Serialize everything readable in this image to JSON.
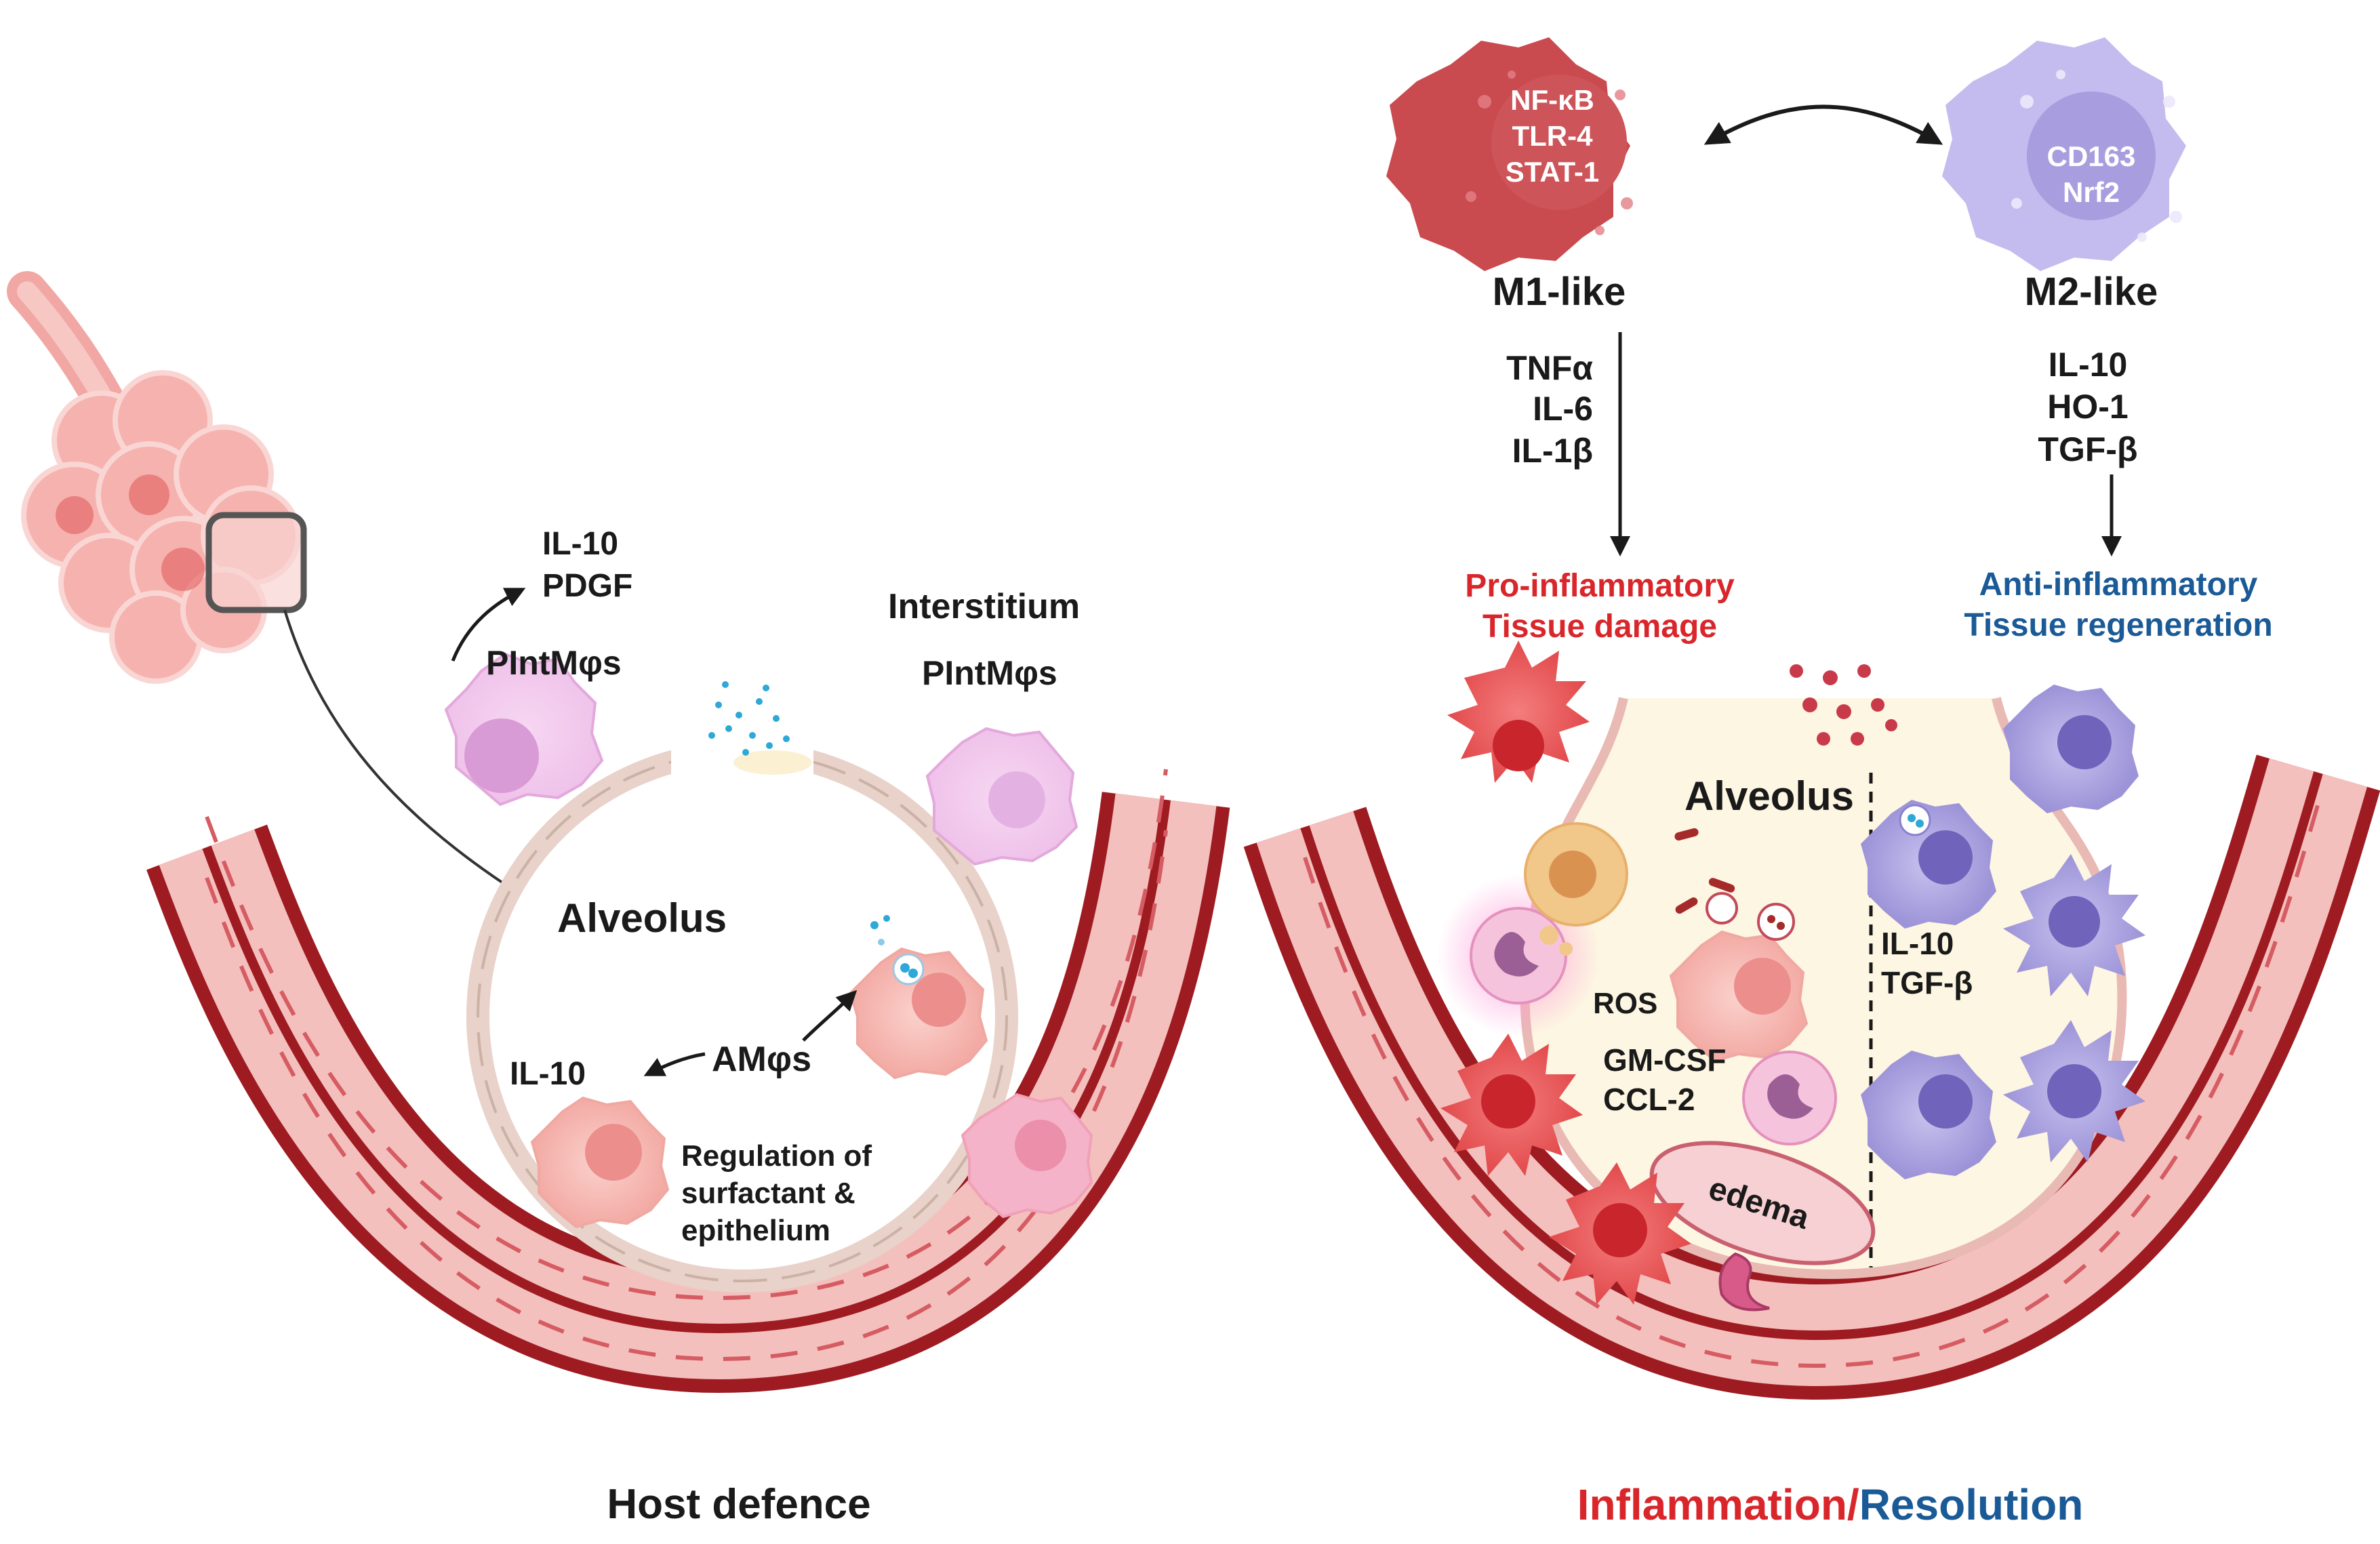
{
  "left_panel": {
    "pintm_label_1": "PIntMφs",
    "pintm_cytokine_1": "IL-10",
    "pintm_cytokine_2": "PDGF",
    "interstitium_label": "Interstitium",
    "pintm_label_2": "PIntMφs",
    "alveolus_label": "Alveolus",
    "am_label": "AMφs",
    "am_cytokine": "IL-10",
    "regulation_line_1": "Regulation of",
    "regulation_line_2": "surfactant &",
    "regulation_line_3": "epithelium",
    "caption": "Host defence"
  },
  "right_panel": {
    "m1": {
      "markers": [
        "NF-κB",
        "TLR-4",
        "STAT-1"
      ],
      "label": "M1-like",
      "cytokines": [
        "TNFα",
        "IL-6",
        "IL-1β"
      ],
      "outcome_1": "Pro-inflammatory",
      "outcome_2": "Tissue damage"
    },
    "m2": {
      "markers": [
        "CD163",
        "Nrf2"
      ],
      "label": "M2-like",
      "cytokines": [
        "IL-10",
        "HO-1",
        "TGF-β"
      ],
      "outcome_1": "Anti-inflammatory",
      "outcome_2": "Tissue regeneration"
    },
    "alveolus_label": "Alveolus",
    "ros_label": "ROS",
    "gmcsf_label": "GM-CSF",
    "ccl2_label": "CCL-2",
    "edema_label": "edema",
    "resolution_cytokine_1": "IL-10",
    "resolution_cytokine_2": "TGF-β",
    "caption_part_1": "Inflammation/",
    "caption_part_2": "Resolution"
  },
  "colors": {
    "m1": "#c94a4f",
    "m2": "#b9aee6",
    "inflammation": "#d9262b",
    "resolution": "#1a5a97",
    "vessel": "#9e1b22",
    "tissue": "#f4c0bd"
  }
}
